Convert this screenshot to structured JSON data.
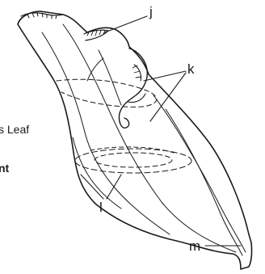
{
  "side_text": [
    "s Leaf",
    "nt"
  ],
  "labels": {
    "j": "j",
    "k": "k",
    "l": "l",
    "m": "m"
  },
  "colors": {
    "ink": "#1a1a1a",
    "background": "#ffffff"
  }
}
